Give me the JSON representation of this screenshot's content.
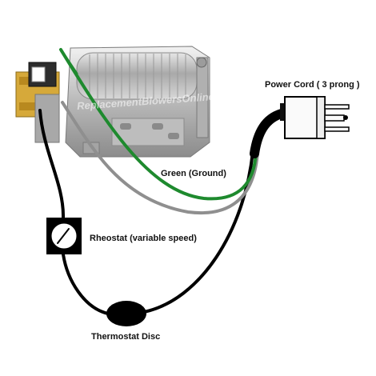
{
  "labels": {
    "power_cord": "Power Cord ( 3 prong )",
    "green_ground": "Green (Ground)",
    "rheostat": "Rheostat (variable speed)",
    "thermostat": "Thermostat Disc"
  },
  "watermark": "ReplacementBlowersOnline.com",
  "colors": {
    "ground_wire": "#1e8a2e",
    "neutral_wire": "#8f8f8f",
    "hot_wire": "#000000",
    "housing": "#c9c9c9",
    "coil": "#d6a93a"
  }
}
